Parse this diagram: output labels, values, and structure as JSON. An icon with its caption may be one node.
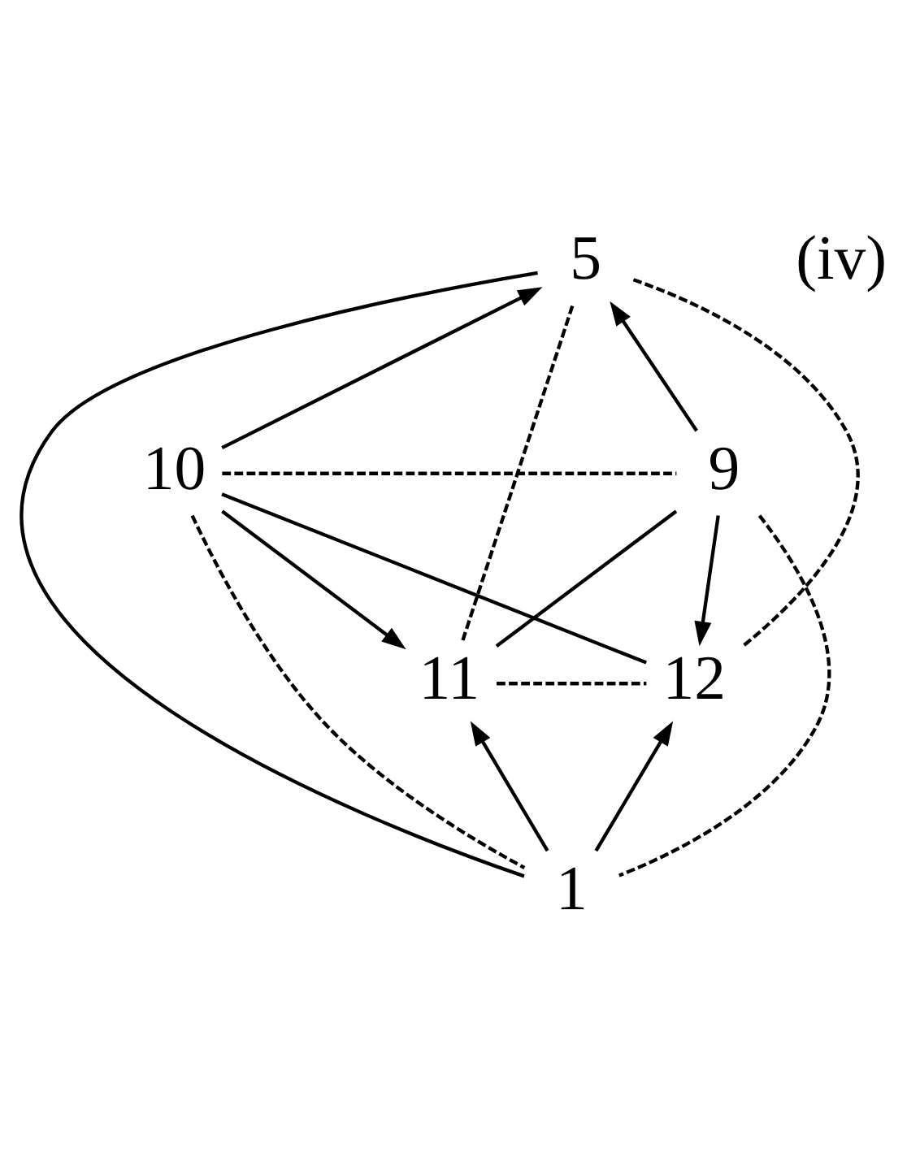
{
  "diagram": {
    "nodes": [
      {
        "text": [
          "5"
        ]
      },
      {
        "text": [
          "10"
        ]
      },
      {
        "text": [
          "9"
        ]
      },
      {
        "text": [
          "11"
        ]
      },
      {
        "text": [
          "12"
        ]
      },
      {
        "text": [
          "1"
        ]
      }
    ],
    "edges": [
      {
        "from": 1,
        "to": 0,
        "arrow": "to"
      },
      {
        "from": 2,
        "to": 0,
        "arrow": "to"
      },
      {
        "from": 1,
        "to": 3,
        "arrow": "to"
      },
      {
        "from": 2,
        "to": 4,
        "arrow": "to"
      },
      {
        "from": 5,
        "to": 3,
        "arrow": "to"
      },
      {
        "from": 5,
        "to": 4,
        "arrow": "to"
      },
      {
        "from": 0,
        "to": 5,
        "arrow": "none"
      },
      {
        "from": 1,
        "to": 4,
        "arrow": "none"
      },
      {
        "from": 2,
        "to": 3,
        "arrow": "none"
      },
      {
        "from": 1,
        "to": 2,
        "arrow": "none",
        "style": "dashed"
      },
      {
        "from": 3,
        "to": 4,
        "arrow": "none",
        "style": "dashed"
      },
      {
        "from": 0,
        "to": 3,
        "arrow": "none",
        "style": "dashed"
      },
      {
        "from": 0,
        "to": 4,
        "arrow": "none",
        "style": "dashed"
      },
      {
        "from": 1,
        "to": 5,
        "arrow": "none",
        "style": "dashed"
      },
      {
        "from": 2,
        "to": 5,
        "arrow": "none",
        "style": "dashed"
      }
    ],
    "labels": [
      "(iv)"
    ]
  }
}
